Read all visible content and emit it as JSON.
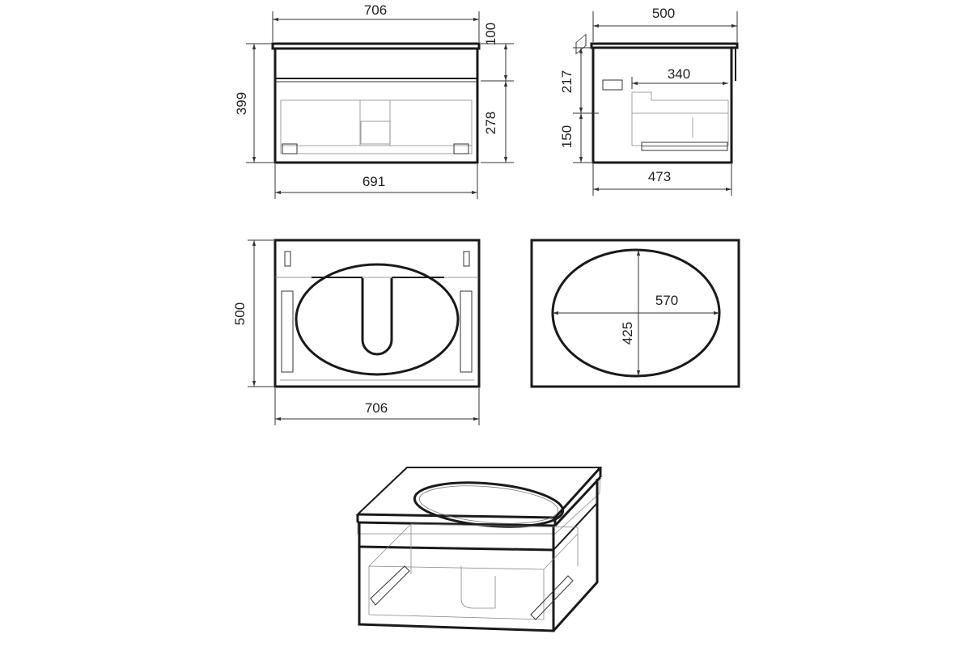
{
  "front_view": {
    "width_top": "706",
    "countertop_height": "100",
    "total_height": "399",
    "drawer_height": "278",
    "body_width": "691"
  },
  "side_view": {
    "depth_top": "500",
    "upper_height": "217",
    "lower_height": "150",
    "inner_depth": "340",
    "body_depth": "473"
  },
  "top_view": {
    "depth": "500",
    "width": "706"
  },
  "basin_view": {
    "bowl_length": "570",
    "bowl_width": "425"
  }
}
